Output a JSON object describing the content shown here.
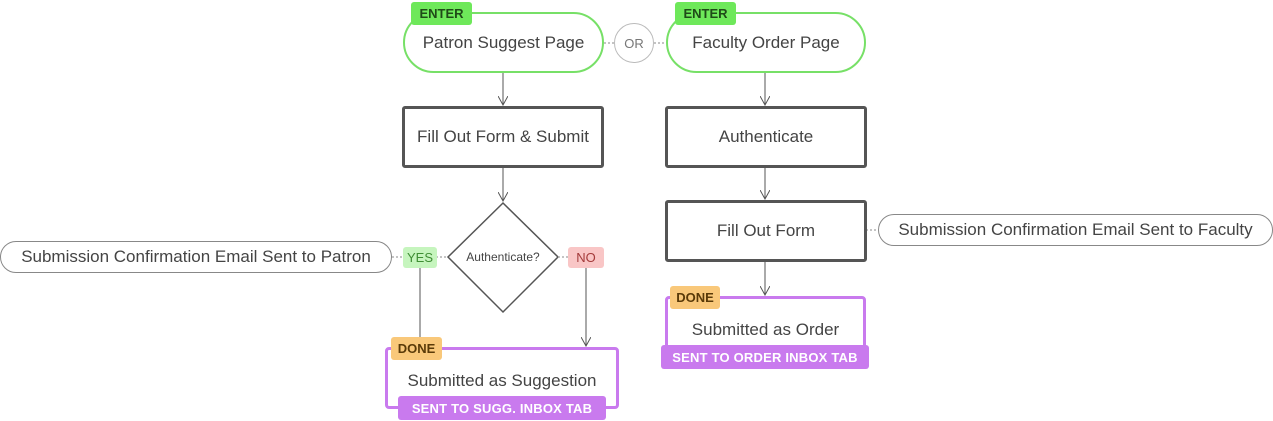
{
  "diagram": {
    "enter_left": {
      "tag": "ENTER",
      "label": "Patron Suggest Page"
    },
    "or_label": "OR",
    "enter_right": {
      "tag": "ENTER",
      "label": "Faculty Order Page"
    },
    "fill_submit": "Fill Out Form & Submit",
    "authenticate": "Authenticate",
    "fill_out_form": "Fill Out Form",
    "decision": "Authenticate?",
    "yes_label": "YES",
    "no_label": "NO",
    "patron_email_note": "Submission Confirmation Email Sent to Patron",
    "faculty_email_note": "Submission Confirmation Email Sent to Faculty",
    "done_suggestion": {
      "tag": "DONE",
      "label": "Submitted as Suggestion",
      "inbox": "SENT TO SUGG. INBOX TAB"
    },
    "done_order": {
      "tag": "DONE",
      "label": "Submitted as Order",
      "inbox": "SENT TO ORDER INBOX TAB"
    },
    "colors": {
      "enter_border": "#77e067",
      "enter_tag": "#6ee85a",
      "process_border": "#555555",
      "done_border": "#c97aee",
      "done_tag": "#f9c87a",
      "yes_bg": "#c6f5be",
      "no_bg": "#f9c6c6"
    }
  }
}
